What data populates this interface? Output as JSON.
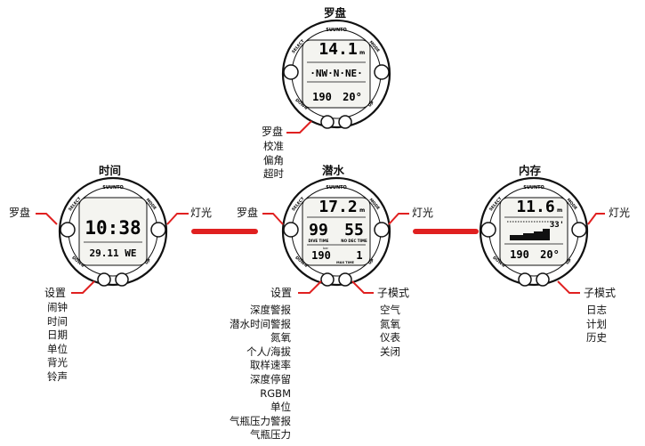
{
  "devices": {
    "compass": {
      "title": "罗盘",
      "brand": "SUUNTO",
      "buttons": {
        "select": "SELECT",
        "mode": "MODE",
        "down": "DOWN",
        "up": "UP"
      },
      "depth": "14.1",
      "depth_unit": "m",
      "heading": "·NW·N·NE·",
      "bearing": "190",
      "temp": "20°"
    },
    "time": {
      "title": "时间",
      "brand": "SUUNTO",
      "buttons": {
        "select": "SELECT",
        "mode": "MODE",
        "down": "DOWN",
        "up": "UP"
      },
      "clock": "10:38",
      "date": "29.11 WE"
    },
    "dive": {
      "title": "潜水",
      "brand": "SUUNTO",
      "buttons": {
        "select": "SELECT",
        "mode": "MODE",
        "down": "DOWN",
        "up": "UP"
      },
      "depth": "17.2",
      "depth_unit": "m",
      "left_big": "99",
      "right_big": "55",
      "dive_time_label": "DIVE TIME",
      "no_dec_label": "NO DEC TIME",
      "bottom_left": "190",
      "bottom_right": "1",
      "bar_label": "bar",
      "max_time_label": "MAX TIME"
    },
    "memory": {
      "title": "内存",
      "brand": "SUUNTO",
      "buttons": {
        "select": "SELECT",
        "mode": "MODE",
        "down": "DOWN",
        "up": "UP"
      },
      "depth": "11.6",
      "depth_unit": "m",
      "side_depth": "33'",
      "bottom_left": "190",
      "temp": "20°"
    }
  },
  "labels": {
    "compass_left": "罗盘",
    "time_right": "灯光",
    "dive_left": "罗盘",
    "dive_right": "灯光",
    "memory_right": "灯光",
    "time_settings": "设置",
    "dive_settings": "设置",
    "dive_submode": "子模式",
    "memory_submode": "子模式",
    "compass_sub": "罗盘"
  },
  "lists": {
    "compass_options": [
      "校准",
      "偏角",
      "超时"
    ],
    "time_settings": [
      "闹钟",
      "时间",
      "日期",
      "单位",
      "背光",
      "铃声"
    ],
    "dive_settings": [
      "深度警报",
      "潜水时间警报",
      "氮氧",
      "个人/海拔",
      "取样速率",
      "深度停留",
      "RGBM",
      "单位",
      "气瓶压力警报",
      "气瓶压力"
    ],
    "dive_submodes": [
      "空气",
      "氮氧",
      "仪表",
      "关闭"
    ],
    "memory_submodes": [
      "日志",
      "计划",
      "历史"
    ]
  },
  "colors": {
    "accent": "#e02020",
    "lcd": "#f4f4f0",
    "ink": "#111111"
  }
}
